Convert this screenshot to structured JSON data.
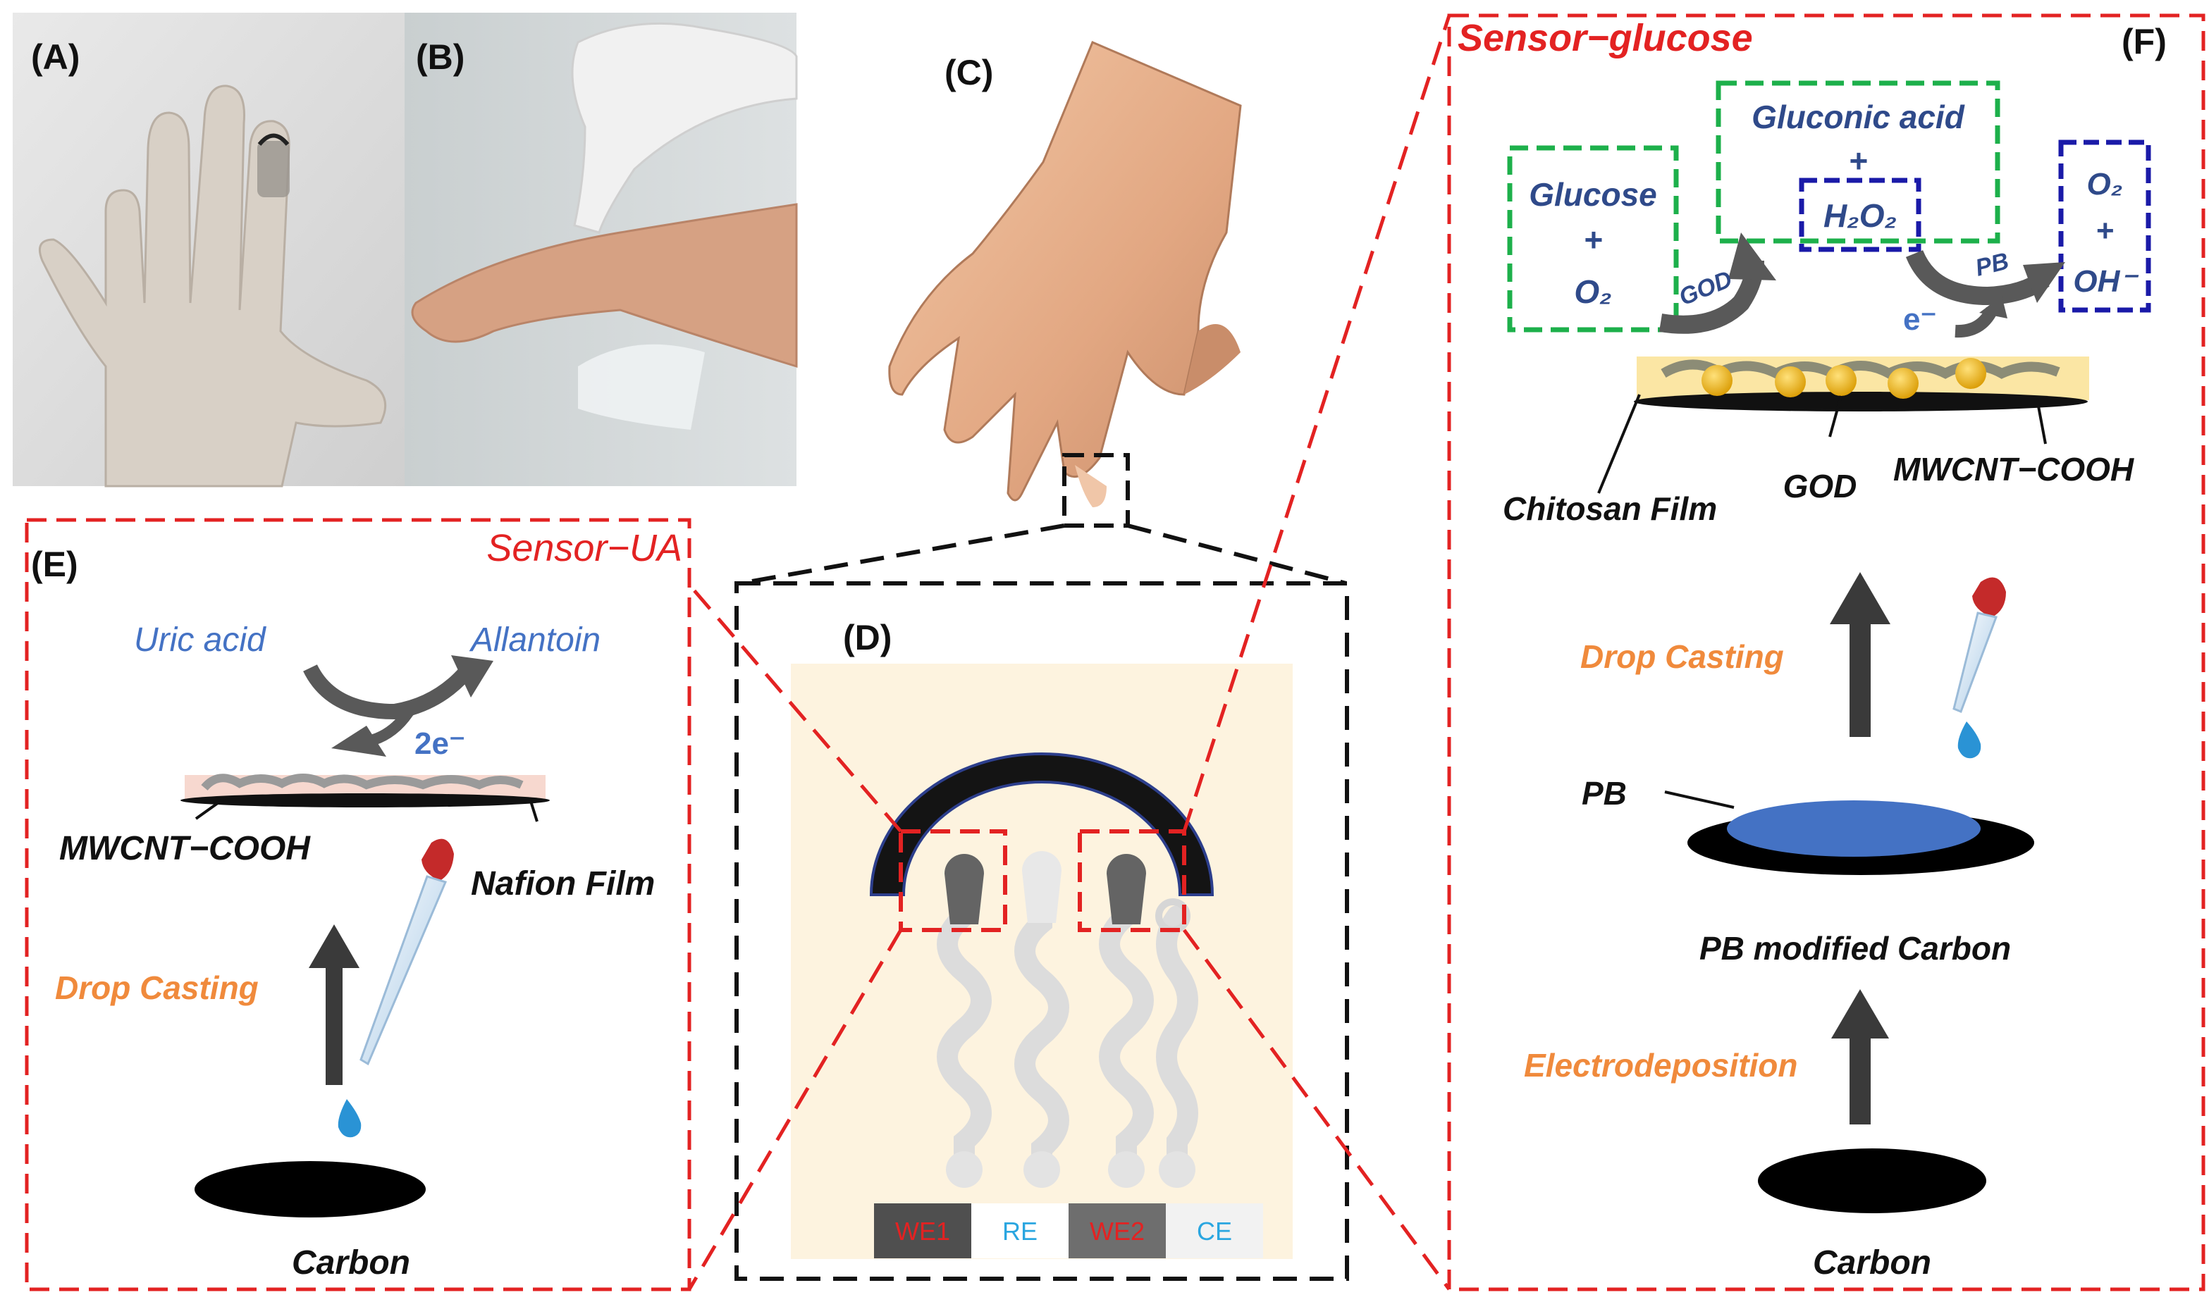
{
  "panels": {
    "a": "(A)",
    "b": "(B)",
    "c": "(C)",
    "d": "(D)",
    "e": "(E)",
    "f": "(F)"
  },
  "panel_e": {
    "title": "Sensor−UA",
    "reactant": "Uric acid",
    "product": "Allantoin",
    "electrons": "2e⁻",
    "layer_left": "MWCNT−COOH",
    "layer_right": "Nafion Film",
    "step": "Drop Casting",
    "base": "Carbon"
  },
  "panel_d": {
    "electrodes": [
      "WE1",
      "RE",
      "WE2",
      "CE"
    ]
  },
  "panel_f": {
    "title": "Sensor−glucose",
    "glucose_lines": [
      "Glucose",
      "+",
      "O₂"
    ],
    "gluconic_lines": [
      "Gluconic acid",
      "+",
      "H₂O₂"
    ],
    "o2_lines": [
      "O₂",
      "+",
      "OH⁻"
    ],
    "enzyme_arrow": "GOD",
    "pb_arrow": "PB",
    "electron": "e⁻",
    "layer_chitosan": "Chitosan Film",
    "layer_god": "GOD",
    "layer_mwcnt": "MWCNT−COOH",
    "step_drop": "Drop Casting",
    "pb_label": "PB",
    "pb_base": "PB modified Carbon",
    "step_electro": "Electrodeposition",
    "base": "Carbon"
  },
  "colors": {
    "red_dash": "#e32222",
    "green_dash": "#1db04b",
    "blue_dash": "#1a1aa8",
    "orange_text": "#f08a3c",
    "blue_text": "#4472c4",
    "navy_text": "#2f4a8a",
    "pb_blue": "#4472c4",
    "arrow_gray": "#595959"
  }
}
